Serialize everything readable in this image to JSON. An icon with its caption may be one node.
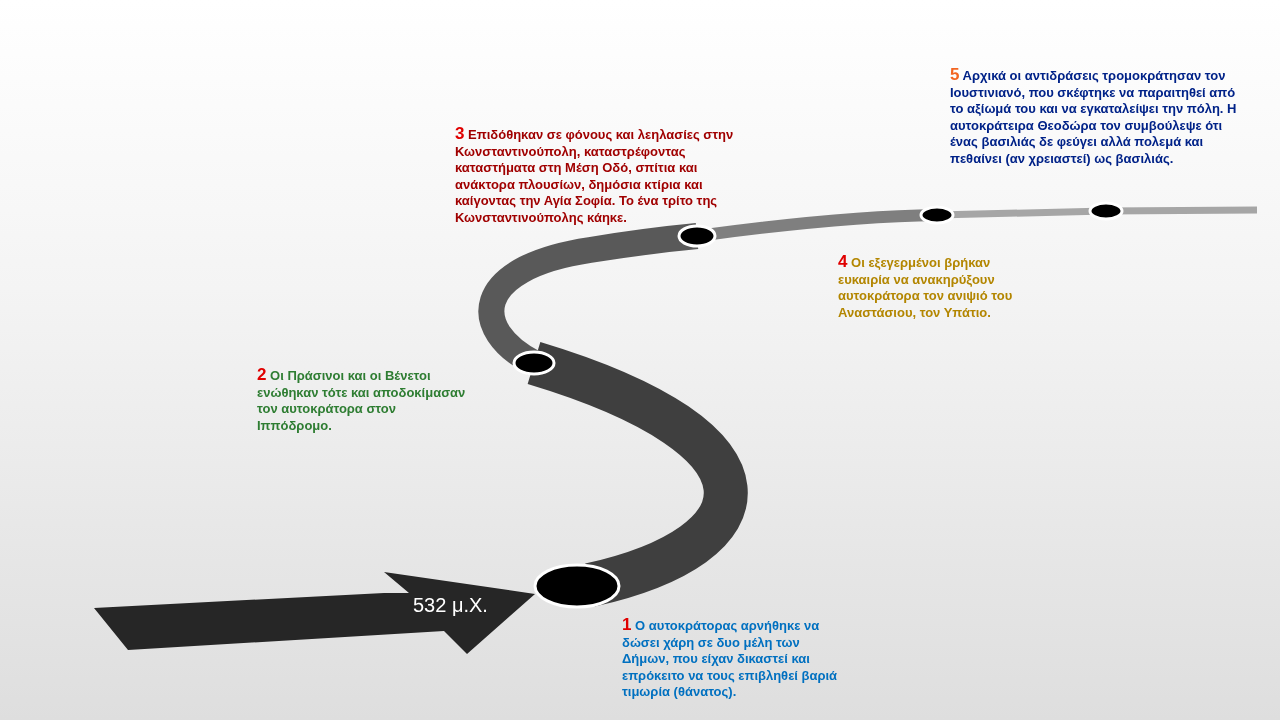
{
  "diagram": {
    "nodes": [
      {
        "text": [
          "532 μ.Χ."
        ]
      }
    ],
    "labels": [
      "5",
      "Αρχικά οι αντιδράσεις τρομοκράτησαν τον Ιουστινιανό, που σκέφτηκε να παραιτηθεί από το αξίωμά του και να εγκαταλείψει την πόλη. Η αυτοκράτειρα Θεοδώρα τον συμβούλεψε ότι ένας βασιλιάς δε φεύγει αλλά πολεμά και πεθαίνει (αν χρειαστεί) ως βασιλιάς.",
      "3",
      "Επιδόθηκαν σε φόνους και λεηλασίες στην Κωνσταντινούπολη, καταστρέφοντας καταστήματα στη Μέση Οδό, σπίτια και ανάκτορα πλουσίων, δημόσια κτίρια και καίγοντας την Αγία Σοφία. Το ένα τρίτο της Κωνσταντινούπολης κάηκε.",
      "4",
      "Οι εξεγερμένοι βρήκαν ευκαιρία να ανακηρύξουν αυτοκράτορα τον ανιψιό του Αναστάσιου, τον Υπάτιο.",
      "2",
      "Οι Πράσινοι και οι Βένετοι ενώθηκαν τότε και αποδοκίμασαν τον αυτοκράτορα στον Ιππόδρομο.",
      "1",
      "Ο αυτοκράτορας αρνήθηκε να δώσει χάρη σε δυο μέλη των Δήμων, που είχαν δικαστεί και επρόκειτο να τους επιβληθεί βαριά τιμωρία (θάνατος)."
    ]
  }
}
